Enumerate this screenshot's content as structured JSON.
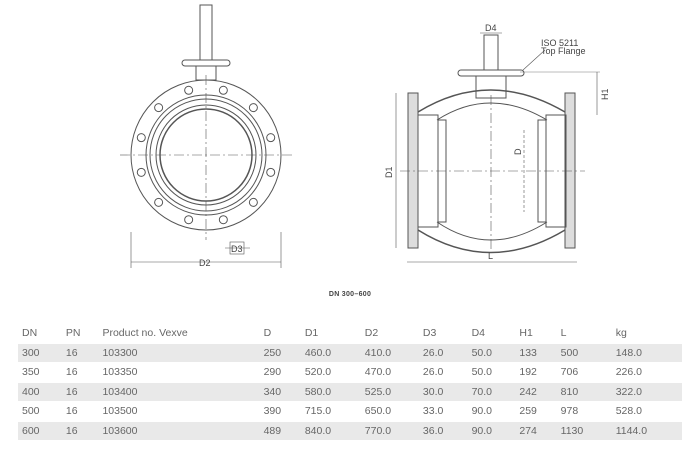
{
  "drawing": {
    "labels_front": [
      "D2",
      "D3"
    ],
    "labels_side": [
      "D4",
      "ISO 5211",
      "Top Flange",
      "H1",
      "D1",
      "D",
      "L"
    ],
    "caption": "DN 300–600"
  },
  "table": {
    "headers": [
      "DN",
      "PN",
      "Product no. Vexve",
      "D",
      "D1",
      "D2",
      "D3",
      "D4",
      "H1",
      "L",
      "kg"
    ],
    "rows": [
      [
        "300",
        "16",
        "103300",
        "250",
        "460.0",
        "410.0",
        "26.0",
        "50.0",
        "133",
        "500",
        "148.0"
      ],
      [
        "350",
        "16",
        "103350",
        "290",
        "520.0",
        "470.0",
        "26.0",
        "50.0",
        "192",
        "706",
        "226.0"
      ],
      [
        "400",
        "16",
        "103400",
        "340",
        "580.0",
        "525.0",
        "30.0",
        "70.0",
        "242",
        "810",
        "322.0"
      ],
      [
        "500",
        "16",
        "103500",
        "390",
        "715.0",
        "650.0",
        "33.0",
        "90.0",
        "259",
        "978",
        "528.0"
      ],
      [
        "600",
        "16",
        "103600",
        "489",
        "840.0",
        "770.0",
        "36.0",
        "90.0",
        "274",
        "1130",
        "1144.0"
      ]
    ]
  }
}
